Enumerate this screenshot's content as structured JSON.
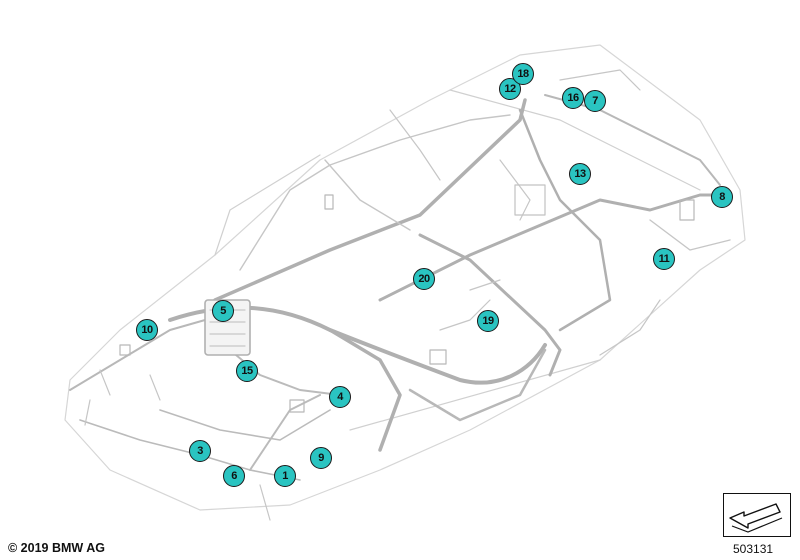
{
  "callouts": [
    {
      "label": "1"
    },
    {
      "label": "3"
    },
    {
      "label": "4"
    },
    {
      "label": "5"
    },
    {
      "label": "6"
    },
    {
      "label": "7"
    },
    {
      "label": "8"
    },
    {
      "label": "9"
    },
    {
      "label": "10"
    },
    {
      "label": "11"
    },
    {
      "label": "12"
    },
    {
      "label": "13"
    },
    {
      "label": "15"
    },
    {
      "label": "16"
    },
    {
      "label": "18"
    },
    {
      "label": "19"
    },
    {
      "label": "20"
    }
  ],
  "footer": {
    "copyright": "© 2019 BMW AG",
    "reference_number": "503131",
    "reference_icon": "parts-list-arrow-icon"
  },
  "colors": {
    "callout_fill": "#2ac4c1",
    "harness_line": "#bdbdbd",
    "outline": "#1a1a1a"
  }
}
